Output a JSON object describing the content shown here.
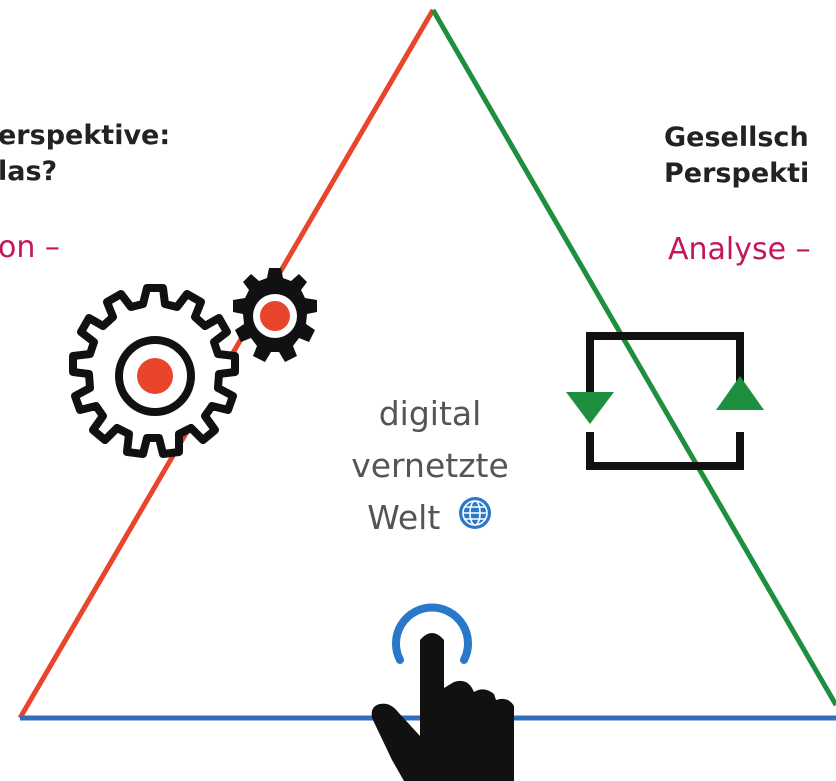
{
  "left": {
    "heading_lines": [
      "erspektive:",
      "las?"
    ],
    "accent": "on –"
  },
  "right": {
    "heading_lines": [
      "Gesellsch",
      "Perspekti"
    ],
    "accent": "Analyse –"
  },
  "center": {
    "lines": [
      "digital",
      "vernetzte",
      "Welt"
    ]
  },
  "icons": {
    "left": "gears-icon",
    "right": "cycle-arrows-icon",
    "bottom": "hand-tap-icon",
    "center": "globe-icon"
  },
  "colors": {
    "left_edge": "#e8452c",
    "right_edge": "#1e8f3e",
    "bottom_edge": "#2f6fbd",
    "accent_text": "#c2185b",
    "icon_fill": "#e8452c",
    "arrow": "#1e8f3e",
    "tap_ring": "#2a78c9"
  }
}
